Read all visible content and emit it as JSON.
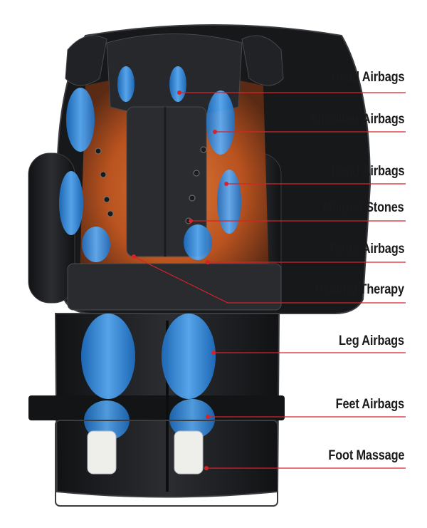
{
  "diagram": {
    "accent_color": "#d9212a",
    "chair_color": "#1e1f22",
    "airbag_color": "#2f8fe0",
    "heat_color": "#c8622a",
    "features": [
      {
        "id": "head",
        "label": "Head Airbags"
      },
      {
        "id": "shoulder",
        "label": "Shoulder Airbags"
      },
      {
        "id": "hand",
        "label": "Hand Airbags"
      },
      {
        "id": "magnet",
        "label": "Magnet Stones"
      },
      {
        "id": "thigh",
        "label": "Thigh Airbags"
      },
      {
        "id": "heating",
        "label": "Heating Therapy"
      },
      {
        "id": "leg",
        "label": "Leg Airbags"
      },
      {
        "id": "feet",
        "label": "Feet Airbags"
      },
      {
        "id": "foot",
        "label": "Foot Massage"
      }
    ]
  }
}
